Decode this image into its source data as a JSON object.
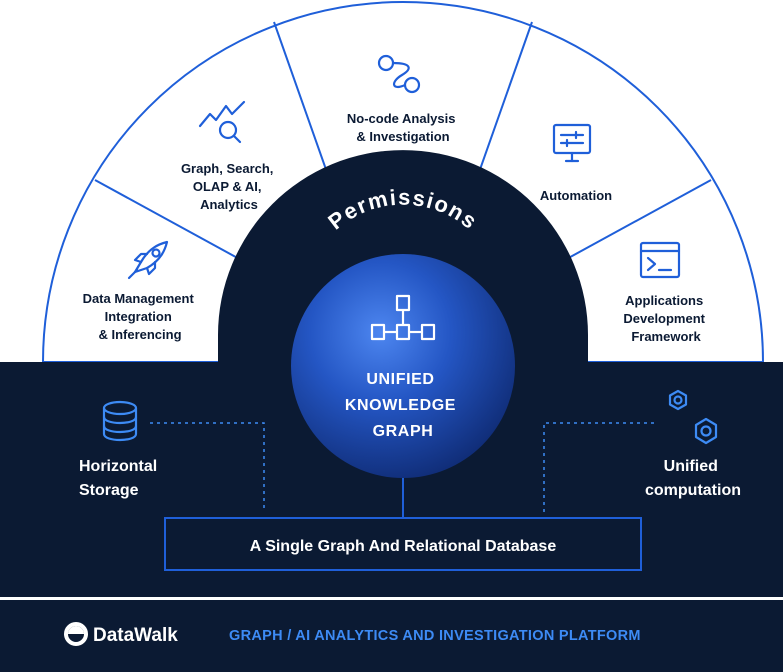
{
  "segments": [
    {
      "lines": [
        "Data Management",
        "Integration",
        "& Inferencing"
      ],
      "icon": "rocket-icon"
    },
    {
      "lines": [
        "Graph, Search,",
        "OLAP & AI,",
        "Analytics"
      ],
      "icon": "search-analytics-icon"
    },
    {
      "lines": [
        "No-code Analysis",
        "& Investigation"
      ],
      "icon": "path-icon"
    },
    {
      "lines": [
        "Automation"
      ],
      "icon": "sliders-monitor-icon"
    },
    {
      "lines": [
        "Applications",
        "Development",
        "Framework"
      ],
      "icon": "terminal-icon"
    }
  ],
  "permissions": "Permissions",
  "core": {
    "lines": [
      "UNIFIED",
      "KNOWLEDGE",
      "GRAPH"
    ],
    "icon": "graph-nodes-icon"
  },
  "left": {
    "lines": [
      "Horizontal",
      "Storage"
    ],
    "icon": "database-icon"
  },
  "right": {
    "lines": [
      "Unified",
      "computation"
    ],
    "icon": "gears-icon"
  },
  "database": "A Single Graph And Relational Database",
  "footer": {
    "brand": "DataWalk",
    "logo": "datawalk-logo",
    "tagline": "GRAPH / AI ANALYTICS AND INVESTIGATION PLATFORM"
  },
  "colors": {
    "navy": "#0b1a33",
    "accent": "#1f5fd9",
    "light_blue": "#3d8bf5"
  }
}
